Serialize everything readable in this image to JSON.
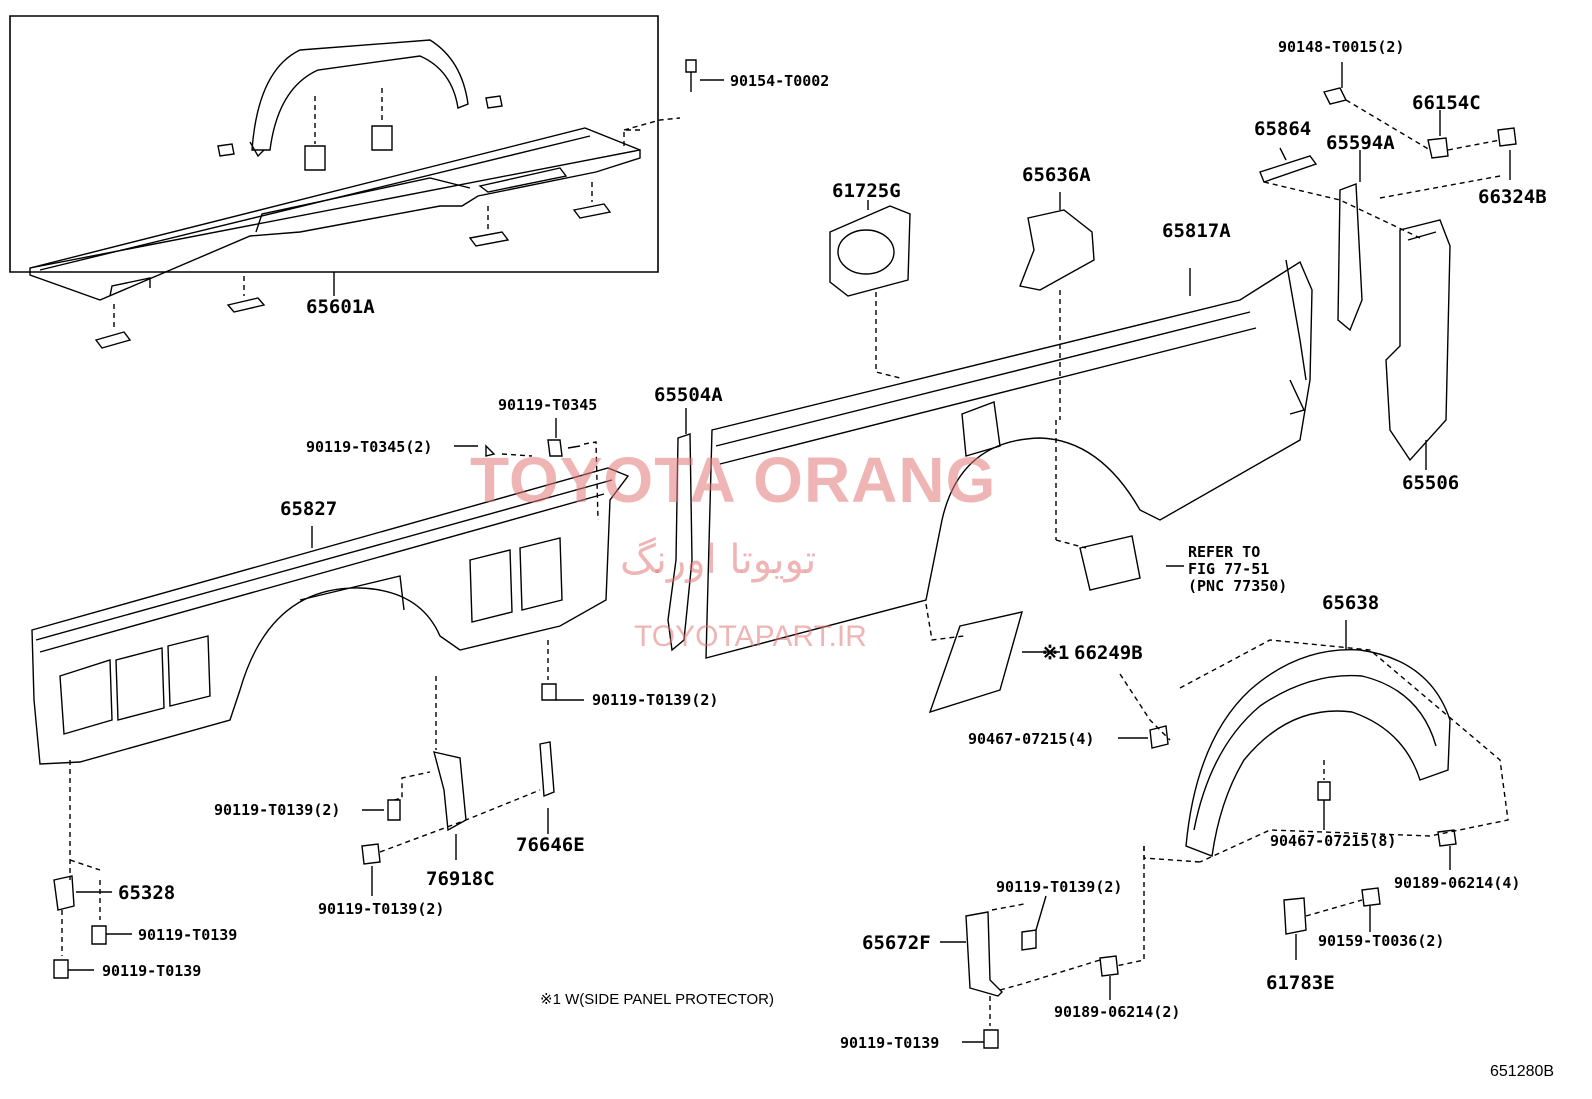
{
  "labels": {
    "p65601A": "65601A",
    "p90154": "90154-T0002",
    "p90148": "90148-T0015(2)",
    "p66154C": "66154C",
    "p65864": "65864",
    "p65594A": "65594A",
    "p66324B": "66324B",
    "p61725G": "61725G",
    "p65636A": "65636A",
    "p65817A": "65817A",
    "p65504A": "65504A",
    "p90119_T0345": "90119-T0345",
    "p90119_T0345_2": "90119-T0345(2)",
    "p65827": "65827",
    "p65506": "65506",
    "refer_line1": "REFER TO",
    "refer_line2": "FIG 77-51",
    "refer_line3": "(PNC 77350)",
    "p65638": "65638",
    "p66249B_mark": "※1",
    "p66249B": "66249B",
    "p90119_T0139_2a": "90119-T0139(2)",
    "p90467_4": "90467-07215(4)",
    "p90119_T0139_2b": "90119-T0139(2)",
    "p76646E": "76646E",
    "p90467_8": "90467-07215(8)",
    "p90189_4": "90189-06214(4)",
    "p76918C": "76918C",
    "p90119_T0139_2c": "90119-T0139(2)",
    "p65328": "65328",
    "p90119_T0139_2d": "90119-T0139(2)",
    "p90119_T0139_a": "90119-T0139",
    "p90119_T0139_b": "90119-T0139",
    "p65672F": "65672F",
    "p90159": "90159-T0036(2)",
    "p61783E": "61783E",
    "p90189_2": "90189-06214(2)",
    "p90119_T0139_c": "90119-T0139",
    "footnote": "※1 W(SIDE PANEL PROTECTOR)",
    "fig_code": "651280B"
  },
  "watermark": {
    "main": "TOYOTA ORANG",
    "persian": "تویوتا اورنگ",
    "site": "TOYOTAPART.IR",
    "color": "#e27878"
  }
}
